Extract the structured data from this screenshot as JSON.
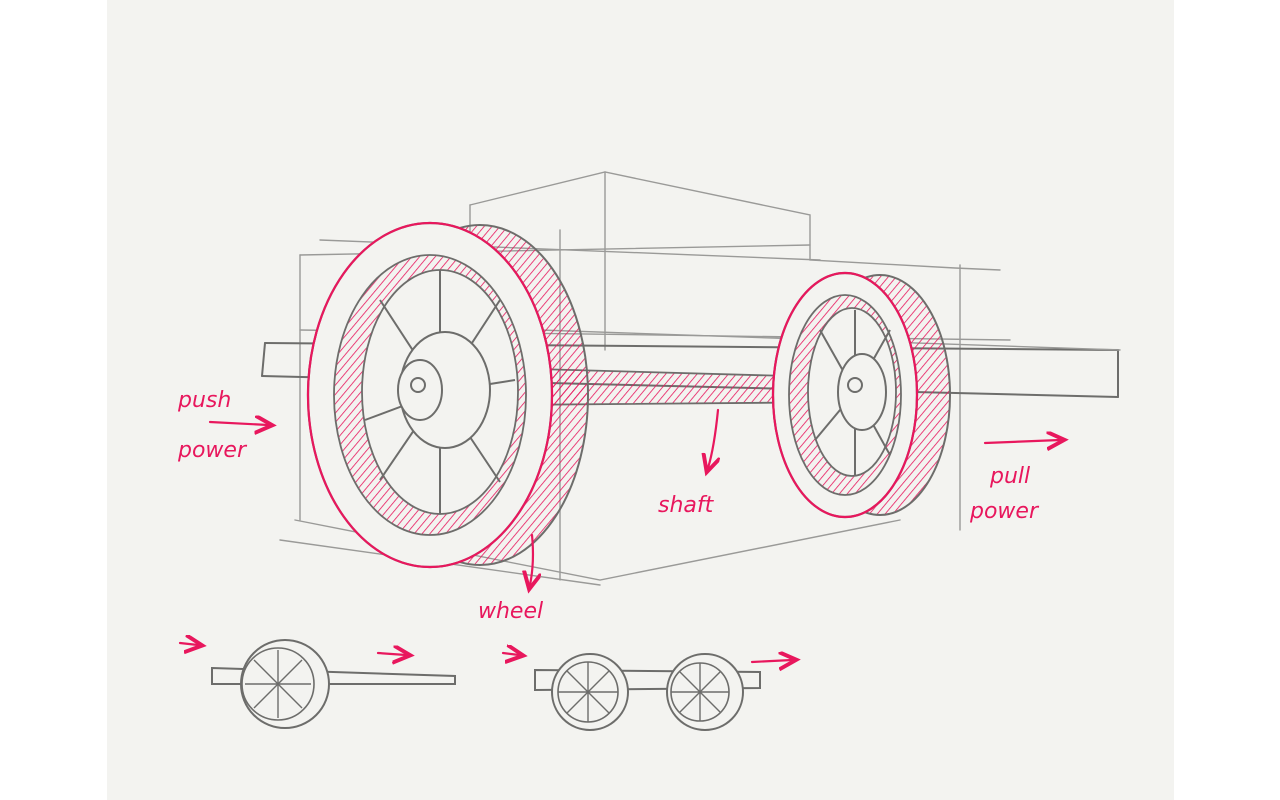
{
  "labels": {
    "push": "push",
    "push_power": "power",
    "pull": "pull",
    "pull_power": "power",
    "shaft": "shaft",
    "wheel": "wheel"
  },
  "colors": {
    "paper": "#f3f3f0",
    "pencil": "#9a9a98",
    "pen": "#e8175d"
  }
}
